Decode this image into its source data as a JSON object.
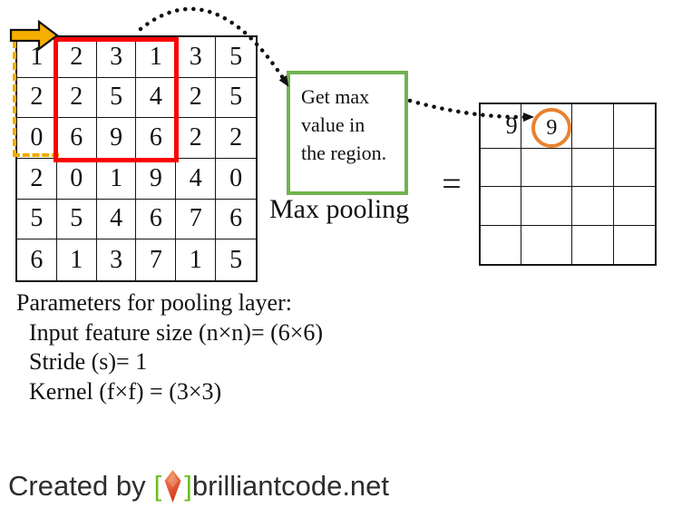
{
  "diagram": {
    "input_grid": {
      "rows": 6,
      "cols": 6,
      "flat": [
        1,
        2,
        3,
        1,
        3,
        5,
        2,
        2,
        5,
        4,
        2,
        5,
        0,
        6,
        9,
        6,
        2,
        2,
        2,
        0,
        1,
        9,
        4,
        0,
        5,
        5,
        4,
        6,
        7,
        6,
        6,
        1,
        3,
        7,
        1,
        5
      ]
    },
    "instruction_box": {
      "lines": [
        "Get max",
        "value in",
        "the region."
      ]
    },
    "operation_label": "Max pooling",
    "equals_sign": "=",
    "output_grid": {
      "rows": 4,
      "cols": 4,
      "first_value": "9",
      "circled_value": "9"
    },
    "parameters": {
      "heading": "Parameters for pooling layer:",
      "lines": [
        "Input feature size (n×n)= (6×6)",
        "Stride (s)= 1",
        "Kernel (f×f) = (3×3)"
      ]
    },
    "footer": {
      "created_by": "Created by",
      "bracket_open": "[",
      "bracket_close": "]",
      "site": "brilliantcode.net"
    },
    "colors": {
      "kernel_current": "#fa0202",
      "kernel_previous": "#f2ac00",
      "slide_arrow_fill": "#f6ae00",
      "instruction_border": "#72b350",
      "circle_stroke": "#e8822e",
      "bracket_green": "#6cbf22"
    }
  }
}
